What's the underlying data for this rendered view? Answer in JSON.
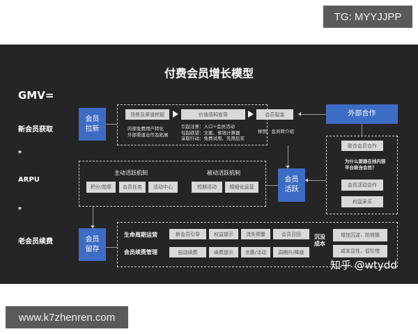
{
  "watermarks": {
    "top_right": "TG: MYYJJPP",
    "bottom_left": "www.k7zhenren.com",
    "zhihu": "知乎 @wtydd"
  },
  "diagram": {
    "title": "付费会员增长模型",
    "formula": {
      "gmv": "GMV=",
      "new_member": "新会员获取",
      "times1": "*",
      "arpu": "ARPU",
      "times2": "*",
      "renewal": "老会员续费"
    },
    "acquisition": {
      "node": "会员\n拉新",
      "node_line1": "会员",
      "node_line2": "拉新",
      "steps": [
        "场景及渠道挖掘",
        "价值感知宣导",
        "会员裂变"
      ],
      "notes": {
        "step1": [
          "内部免费用户转化",
          "外部渠道合作及拓展"
        ],
        "step2": [
          "引起注意：入口+会员活动",
          "勾起欲望：文案、省钱计算器",
          "采取行动：免费试用、先用后买"
        ],
        "step3": [
          "拼团、会员转介绍"
        ]
      }
    },
    "external": {
      "node": "外部合作",
      "items": [
        "联合会员合作",
        "会员活动合作",
        "权益采买"
      ],
      "question": [
        "为什么要跟在线内容",
        "平台联合会员？"
      ]
    },
    "activation": {
      "node_line1": "会员",
      "node_line2": "活跃",
      "active": {
        "title": "主动活跃机制",
        "items": [
          "积分/勋章",
          "会员任务",
          "活动中心"
        ]
      },
      "passive": {
        "title": "被动活跃机制",
        "items": [
          "短期活动",
          "精细化运营"
        ]
      }
    },
    "retention": {
      "node_line1": "会员",
      "node_line2": "留存",
      "rows": [
        {
          "label": "生命周期运营",
          "items": [
            "新会员引导",
            "权益提示",
            "流失预警",
            "会员召回"
          ]
        },
        {
          "label": "会员续费管理",
          "items": [
            "自动续费",
            "续费提示",
            "优惠/活动",
            "周期升/降级"
          ]
        }
      ],
      "sunk_cost": {
        "line1": "沉没",
        "line2": "成本"
      },
      "sunk_items": [
        "增加沉淀，防转换",
        "成本显性，促珍惜"
      ]
    },
    "colors": {
      "background": "#252525",
      "node_blue": "#3d6cc4",
      "chip_grey": "#d9d9d9"
    }
  }
}
